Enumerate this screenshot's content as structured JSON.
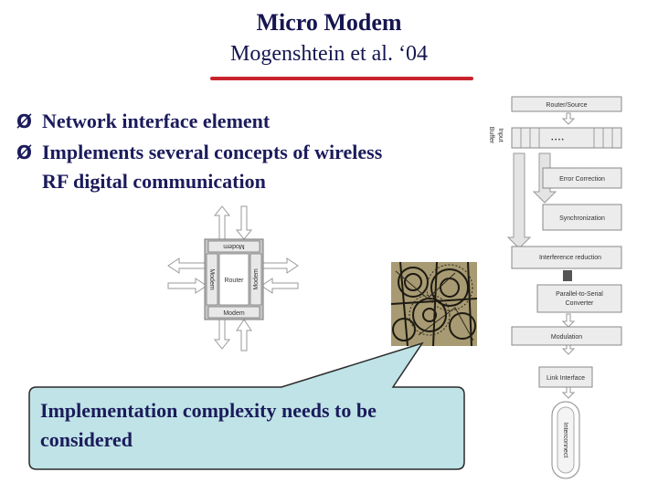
{
  "slide": {
    "title": "Micro Modem",
    "subtitle": "Mogenshtein et al. ‘04",
    "bullet_marker": "Ø",
    "bullets": [
      "Network interface element",
      "Implements several concepts of wireless",
      "RF digital communication"
    ],
    "callout": "Implementation complexity needs to be considered"
  },
  "router_diagram": {
    "modem_top": "Modem",
    "modem_left": "Modem",
    "modem_right": "Modem",
    "modem_bottom": "Modem",
    "center": "Router"
  },
  "pipeline": {
    "stages": [
      "Router/Source",
      "Error Correction",
      "Synchronization",
      "Interference reduction",
      "Parallel-to-Serial",
      "Converter",
      "Modulation",
      "Link Interface"
    ],
    "buffer_label_1": "Input",
    "buffer_label_2": "Buffer",
    "buffer_dots": "• • • •",
    "channel_label": "Interconnect"
  },
  "colors": {
    "title": "#151550",
    "rule": "#c8232c",
    "callout_fill": "#bfe3e6",
    "diagram_box": "#c9c9c9"
  }
}
